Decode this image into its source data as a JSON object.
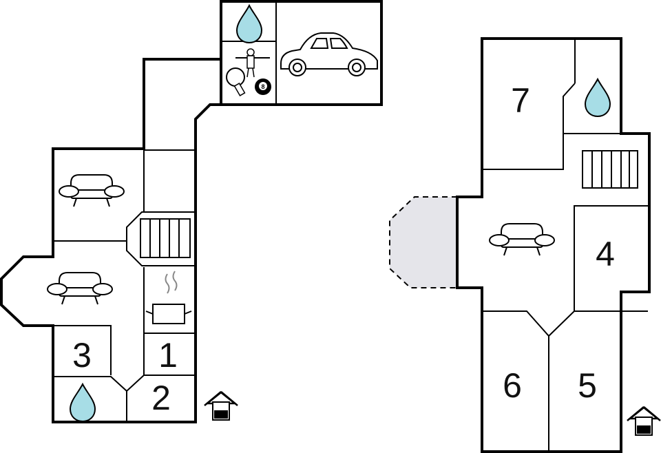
{
  "rooms": {
    "room_1": "1",
    "room_2": "2",
    "room_3": "3",
    "room_4": "4",
    "room_5": "5",
    "room_6": "6",
    "room_7": "7"
  },
  "icons": {
    "bathroom": "water-drop-icon",
    "living": "sofa-icon",
    "kitchen": "cooking-pot-icon",
    "stairs": "staircase-icon",
    "garage": "car-icon",
    "games": "table-tennis-football-billiards-icon",
    "entrance": "house-entrance-icon"
  },
  "billiard_ball_label": "8",
  "colors": {
    "water": "#a7dde6",
    "terrace": "#e5e5ea",
    "wall": "#000000",
    "floor": "#ffffff"
  }
}
